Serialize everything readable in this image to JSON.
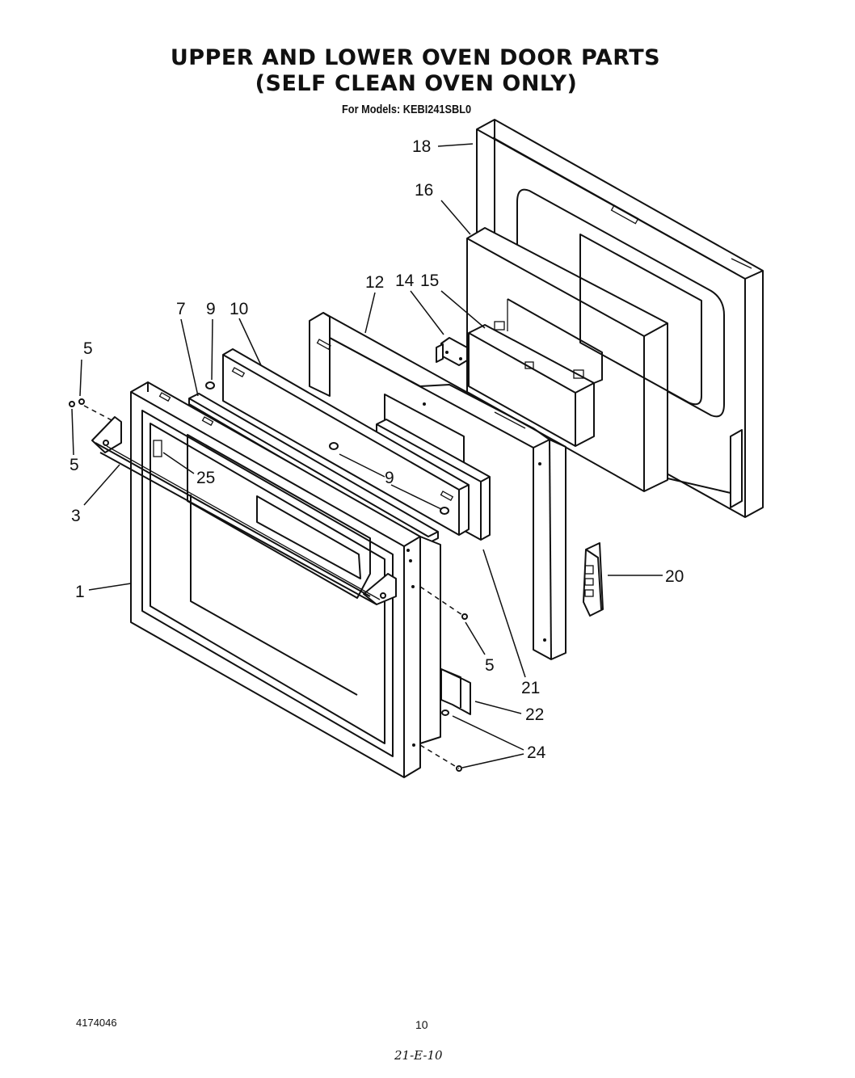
{
  "title_line_1": "UPPER AND LOWER OVEN DOOR PARTS",
  "title_line_2": "(SELF CLEAN OVEN ONLY)",
  "models": "For Models: KEBI241SBL0",
  "callouts": {
    "c18": "18",
    "c16": "16",
    "c12": "12",
    "c14": "14",
    "c15": "15",
    "c7": "7",
    "c9_top": "9",
    "c10": "10",
    "c5_top": "5",
    "c5_left": "5",
    "c25": "25",
    "c9_mid": "9",
    "c3": "3",
    "c1": "1",
    "c20": "20",
    "c5_bottom": "5",
    "c21": "21",
    "c22": "22",
    "c24": "24"
  },
  "footer": {
    "doc_number": "4174046",
    "page_number": "10",
    "handwritten_note": "21-E-10"
  }
}
